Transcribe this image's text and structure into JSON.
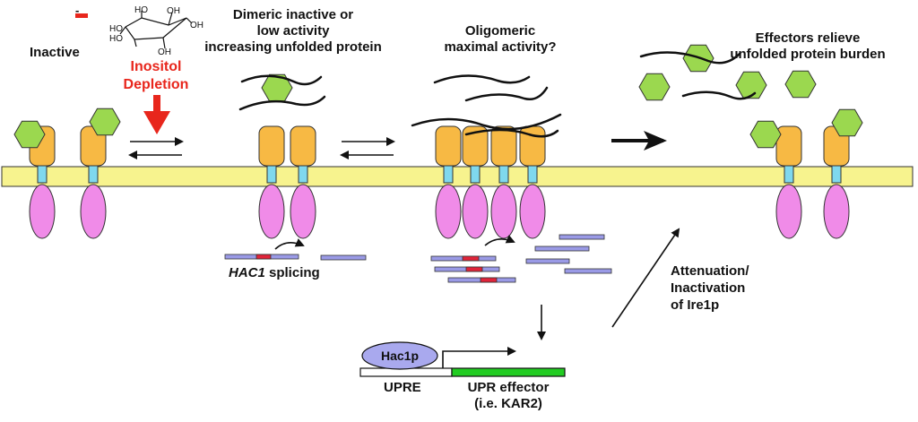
{
  "labels": {
    "inactive": "Inactive",
    "inositol": "Inositol",
    "depletion": "Depletion",
    "minus": "-",
    "dimeric_1": "Dimeric inactive or",
    "dimeric_2": "low activity",
    "dimeric_3": "increasing unfolded protein",
    "oligo_1": "Oligomeric",
    "oligo_2": "maximal activity?",
    "effectors_1": "Effectors relieve",
    "effectors_2": "unfolded protein burden",
    "hac1_gene": "HAC1",
    "splicing": " splicing",
    "atten_1": "Attenuation/",
    "atten_2": "Inactivation",
    "atten_3": "of Ire1p",
    "hac1p": "Hac1p",
    "upre": "UPRE",
    "upr_effector_1": "UPR effector",
    "upr_effector_2": "(i.e. KAR2)",
    "oh": "HO",
    "oh2": "OH"
  },
  "colors": {
    "membrane": "#f7f38e",
    "kinase": "#f7b944",
    "lumenal": "#f08be8",
    "tm": "#7fd8ee",
    "ligand": "#9bd84f",
    "mrna": "#9a9ae6",
    "intron": "#e0243a",
    "effector_gene": "#22cc22",
    "hac1p": "#a9a9ee",
    "alert": "#e8261c"
  }
}
